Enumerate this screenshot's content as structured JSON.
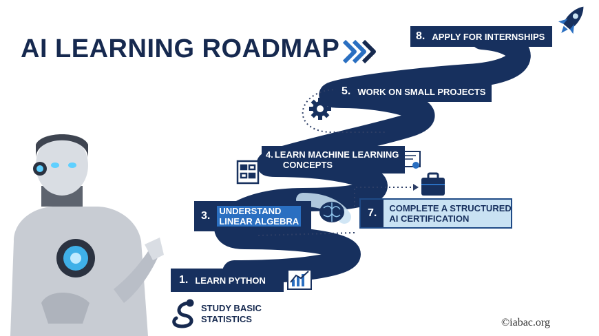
{
  "title": "AI LEARNING ROADMAP",
  "steps": [
    {
      "num": "1.",
      "lines": [
        "LEARN PYTHON"
      ]
    },
    {
      "num": "3.",
      "lines": [
        "UNDERSTAND",
        "LINEAR ALGEBRA"
      ]
    },
    {
      "num": "4.",
      "lines": [
        "LEARN MACHINE LEARNING",
        "CONCEPTS"
      ]
    },
    {
      "num": "5.",
      "lines": [
        "WORK ON SMALL PROJECTS"
      ]
    },
    {
      "num": "7.",
      "lines": [
        "COMPLETE A STRUCTURED",
        "AI CERTIFICATION"
      ]
    },
    {
      "num": "8.",
      "lines": [
        "APPLY FOR INTERNSHIPS"
      ]
    }
  ],
  "statistics": [
    "STUDY BASIC",
    "STATISTICS"
  ],
  "copyright": "©iabac.org",
  "icons": [
    "chevrons-icon",
    "rocket-icon",
    "gear-icon",
    "flowchart-icon",
    "certificate-icon",
    "briefcase-icon",
    "brain-icon",
    "chart-icon",
    "snake-icon",
    "robot-illustration"
  ],
  "colors": {
    "navy": "#16294f",
    "road": "#17305e",
    "accent": "#2a6fc1",
    "light": "#c9e2f3"
  }
}
